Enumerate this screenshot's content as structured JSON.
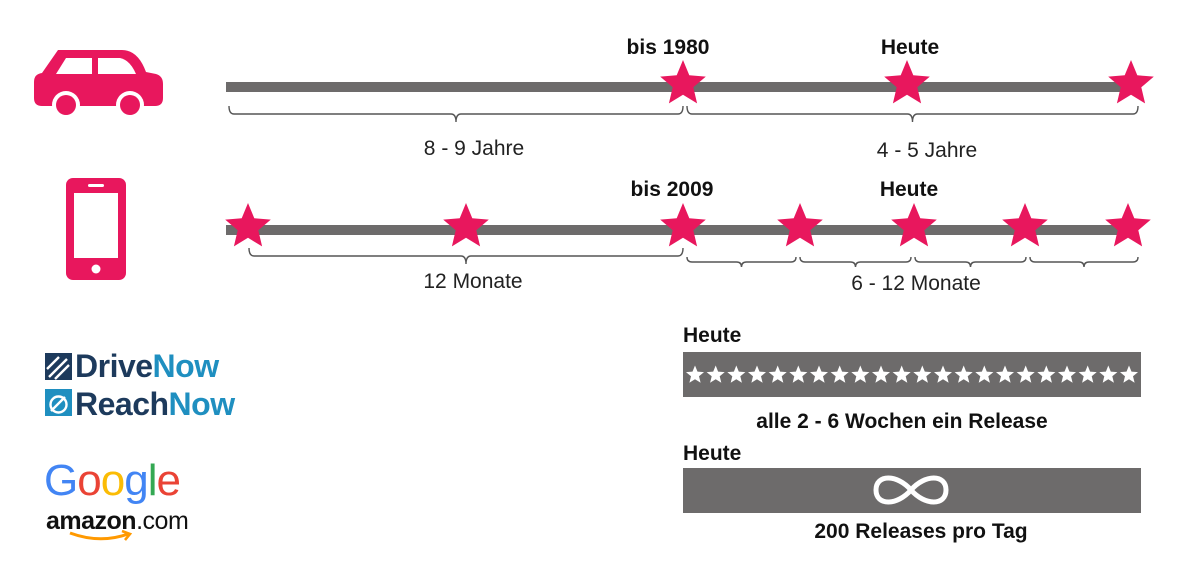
{
  "colors": {
    "accent": "#e8175d",
    "bar": "#6d6b6b",
    "brace": "#555555",
    "drivenow_dark": "#1d3a5c",
    "drivenow_light": "#1f8fc0",
    "google_blue": "#4285f4",
    "google_red": "#ea4335",
    "google_yellow": "#fbbc05",
    "google_green": "#34a853",
    "amazon_orange": "#ff9900"
  },
  "icons": {
    "car": "car-icon",
    "phone": "smartphone-icon",
    "infinity": "infinity-icon",
    "star": "star-icon"
  },
  "car_timeline": {
    "marker_1_label": "bis 1980",
    "marker_2_label": "Heute",
    "interval_1_label": "8 - 9 Jahre",
    "interval_2_label": "4 - 5 Jahre"
  },
  "phone_timeline": {
    "marker_1_label": "bis 2009",
    "marker_2_label": "Heute",
    "interval_1_label": "12 Monate",
    "interval_2_label": "6 - 12 Monate"
  },
  "logos": {
    "drivenow": {
      "part1": "Drive",
      "part2": "Now"
    },
    "reachnow": {
      "part1": "Reach",
      "part2": "Now"
    },
    "google": {
      "letters": [
        "G",
        "o",
        "o",
        "g",
        "l",
        "e"
      ]
    },
    "amazon": {
      "part1": "amazon",
      "part2": ".com"
    }
  },
  "release_weeks": {
    "heading": "Heute",
    "caption": "alle 2 - 6 Wochen ein Release",
    "star_count": 22
  },
  "release_continuous": {
    "heading": "Heute",
    "caption": "200 Releases pro Tag"
  }
}
